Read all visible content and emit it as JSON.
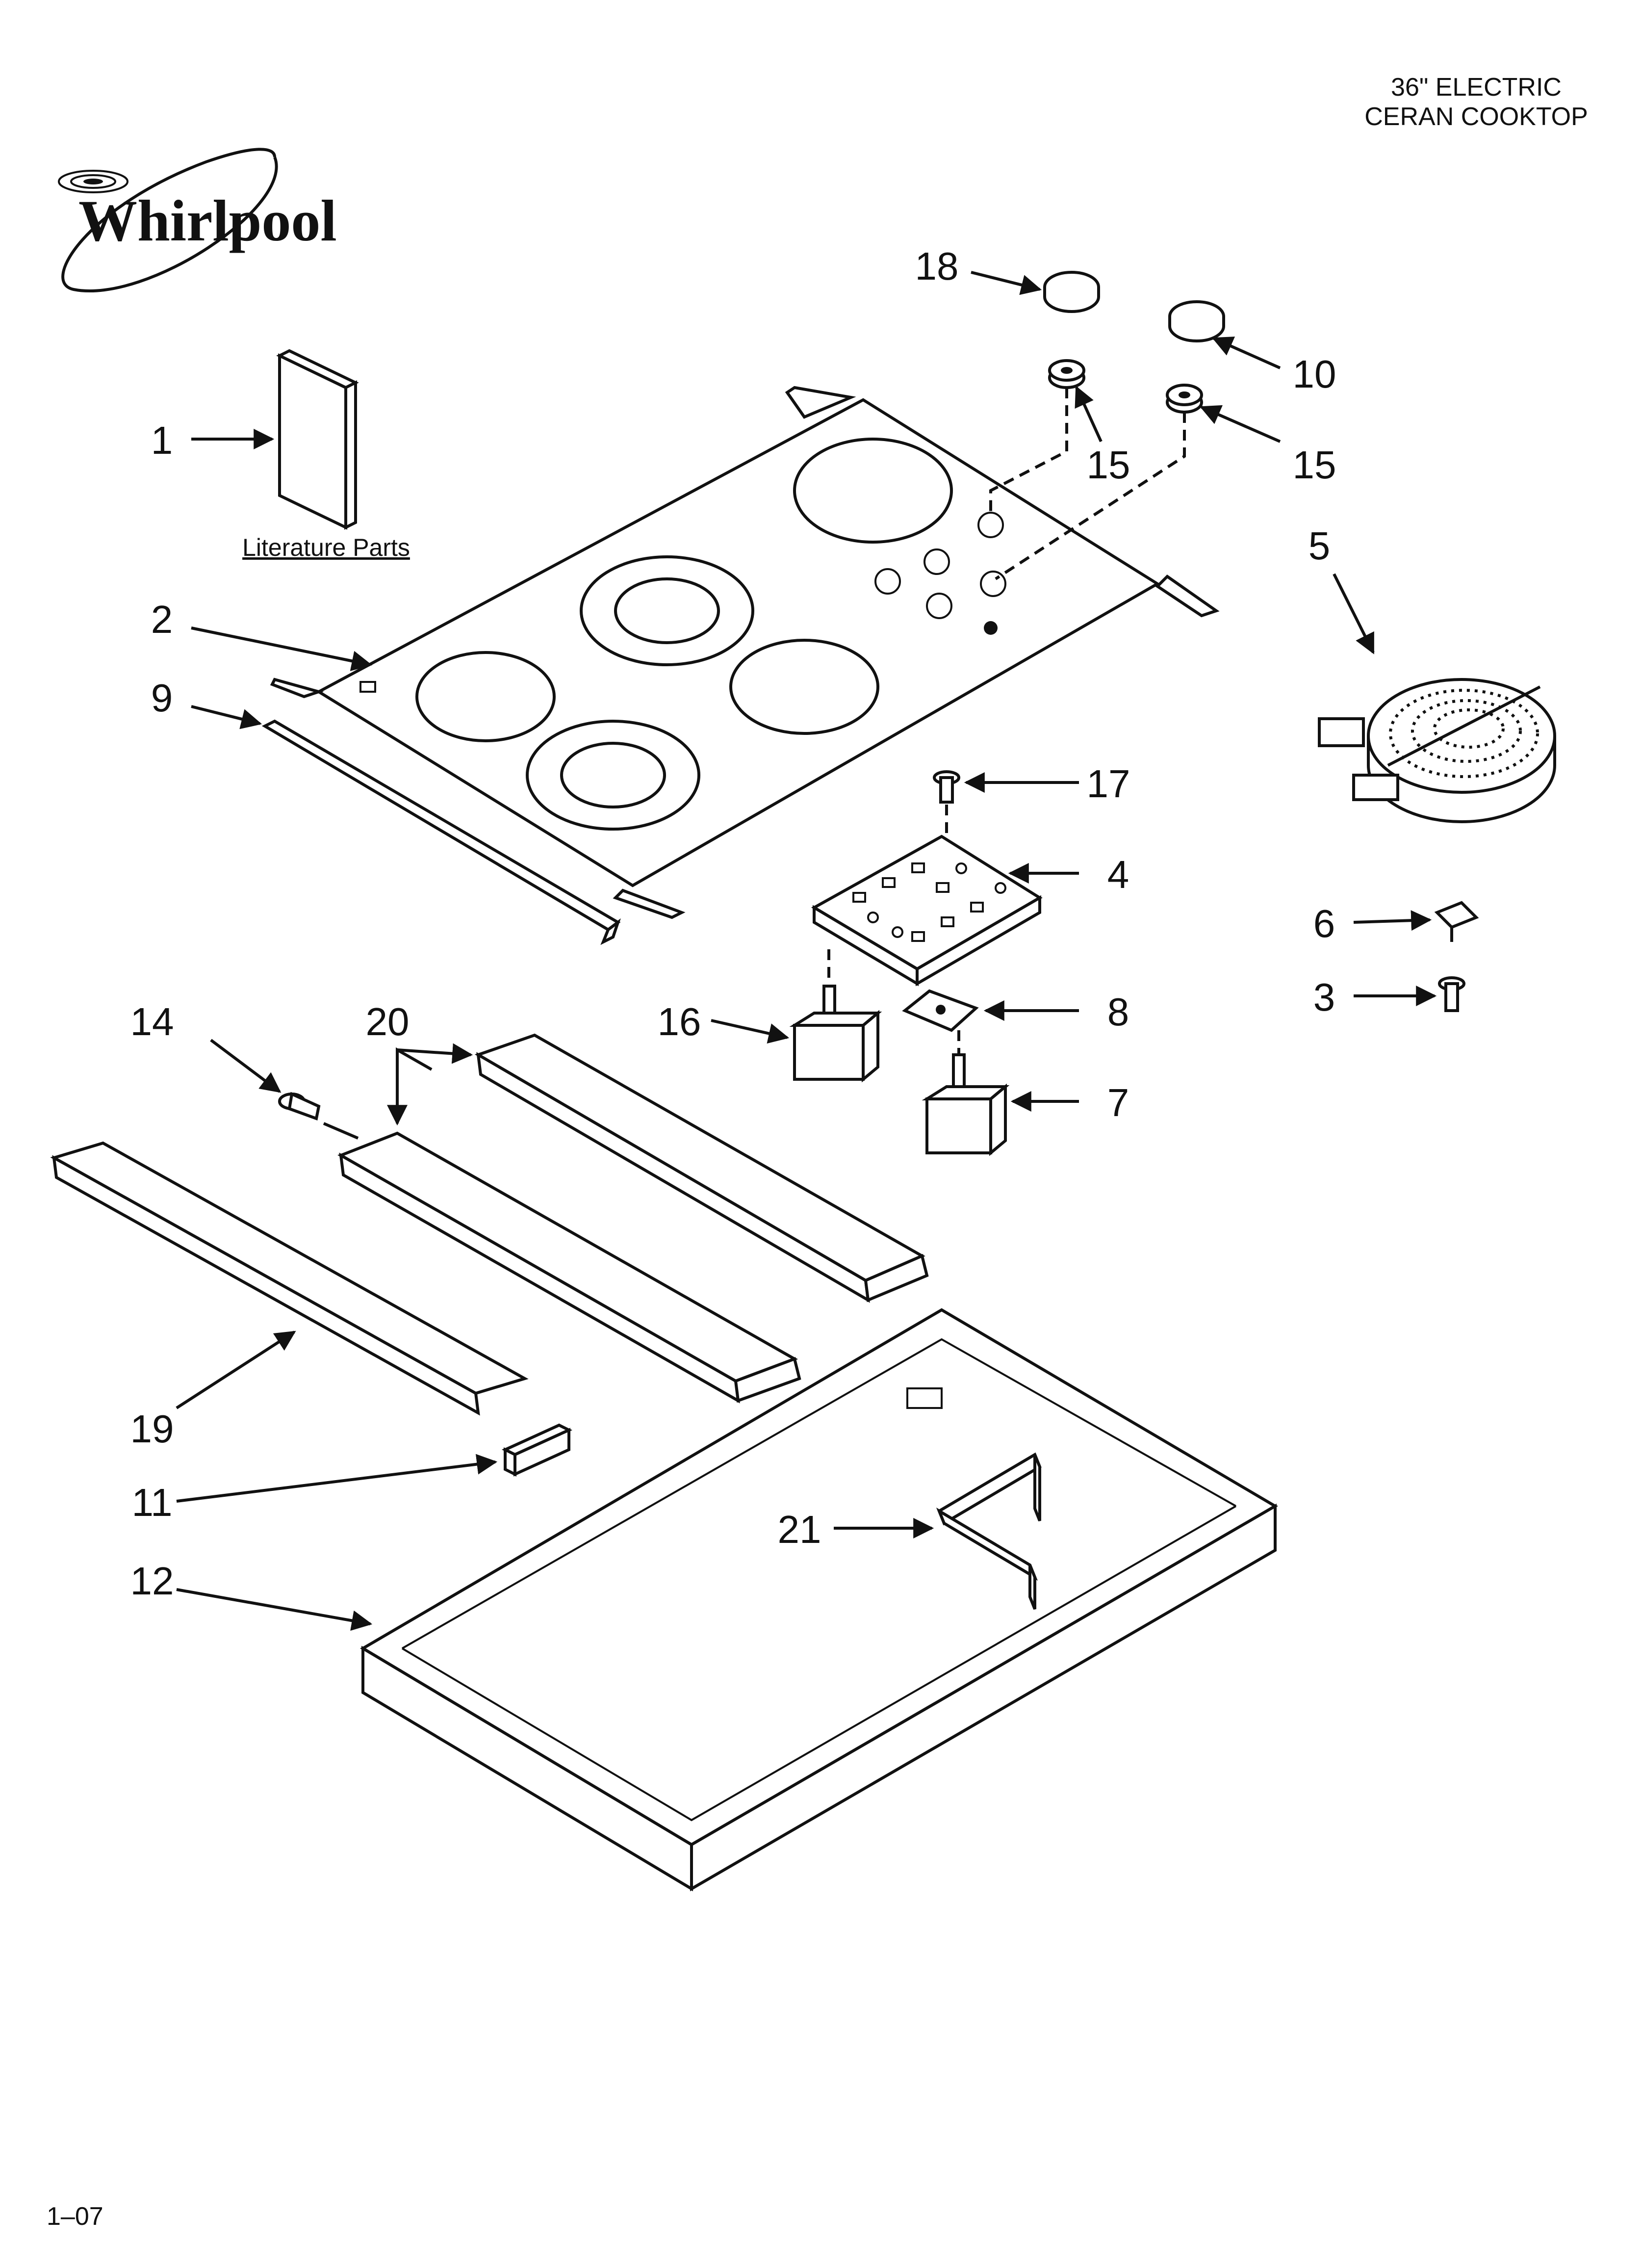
{
  "header": {
    "title_line1": "36\" ELECTRIC",
    "title_line2": "CERAN COOKTOP"
  },
  "brand": {
    "logo_text": "Whirlpool"
  },
  "literature_label": "Literature Parts",
  "footer": {
    "page_code": "1–07"
  },
  "callouts": {
    "c1": "1",
    "c2": "2",
    "c3": "3",
    "c4": "4",
    "c5": "5",
    "c6": "6",
    "c7": "7",
    "c8": "8",
    "c9": "9",
    "c10": "10",
    "c11": "11",
    "c12": "12",
    "c14": "14",
    "c15a": "15",
    "c15b": "15",
    "c16": "16",
    "c17": "17",
    "c18": "18",
    "c19": "19",
    "c20": "20",
    "c21": "21"
  },
  "colors": {
    "line": "#111111",
    "background": "#ffffff"
  }
}
